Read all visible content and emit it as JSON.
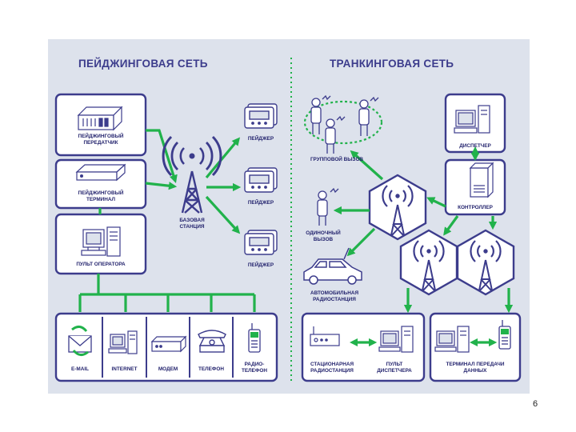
{
  "paging": {
    "title": "ПЕЙДЖИНГОВАЯ СЕТЬ",
    "transmitter": "ПЕЙДЖИНГОВЫЙ\nПЕРЕДАТЧИК",
    "terminal": "ПЕЙДЖИНГОВЫЙ\nТЕРМИНАЛ",
    "operator": "ПУЛЬТ ОПЕРАТОРА",
    "base_station": "БАЗОВАЯ\nСТАНЦИЯ",
    "pager1": "ПЕЙДЖЕР",
    "pager2": "ПЕЙДЖЕР",
    "pager3": "ПЕЙДЖЕР",
    "email": "E-MAIL",
    "internet": "INTERNET",
    "modem": "МОДЕМ",
    "phone": "ТЕЛЕФОН",
    "radiophone": "РАДИО-\nТЕЛЕФОН"
  },
  "trunking": {
    "title": "ТРАНКИНГОВАЯ СЕТЬ",
    "group_call": "ГРУППОВОЙ ВЫЗОВ",
    "dispatcher": "ДИСПЕТЧЕР",
    "controller": "КОНТРОЛЛЕР",
    "single_call": "ОДИНОЧНЫЙ\nВЫЗОВ",
    "car_station": "АВТОМОБИЛЬНАЯ\nРАДИОСТАНЦИЯ",
    "fixed_station": "СТАЦИОНАРНАЯ\nРАДИОСТАНЦИЯ",
    "dispatch_console": "ПУЛЬТ\nДИСПЕТЧЕРА",
    "data_terminal": "ТЕРМИНАЛ ПЕРЕДАЧИ\nДАННЫХ"
  },
  "page_number": "6",
  "colors": {
    "outline": "#3c3c8c",
    "arrow": "#21b24b",
    "panel": "#dde2ec",
    "fill": "#ffffff"
  }
}
